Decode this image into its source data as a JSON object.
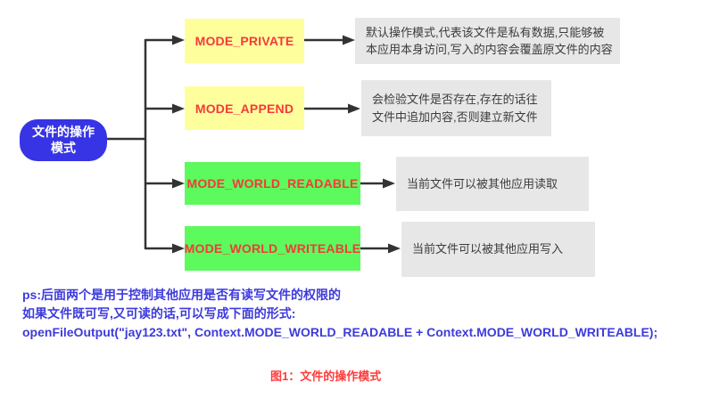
{
  "colors": {
    "root_node_bg": "#3634e4",
    "root_node_text": "#ffffff",
    "mode_yellow_bg": "#fffe9d",
    "mode_green_bg": "#5cfa5c",
    "mode_label_text": "#f23b3b",
    "description_bg": "#e7e7e7",
    "description_text": "#3c3c3c",
    "connector_line": "#333333",
    "note_text": "#3d3bdc",
    "caption_text": "#ff3b3b"
  },
  "root": {
    "label_line1": "文件的操作",
    "label_line2": "模式"
  },
  "modes": [
    {
      "label": "MODE_PRIVATE"
    },
    {
      "label": "MODE_APPEND"
    },
    {
      "label": "MODE_WORLD_READABLE"
    },
    {
      "label": "MODE_WORLD_WRITEABLE"
    }
  ],
  "descriptions": [
    {
      "line1": "默认操作模式,代表该文件是私有数据,只能够被",
      "line2": "本应用本身访问,写入的内容会覆盖原文件的内容"
    },
    {
      "line1": "会检验文件是否存在,存在的话往",
      "line2": "文件中追加内容,否则建立新文件"
    },
    {
      "line1": "当前文件可以被其他应用读取"
    },
    {
      "line1": "当前文件可以被其他应用写入"
    }
  ],
  "note": {
    "line1": "ps:后面两个是用于控制其他应用是否有读写文件的权限的",
    "line2": "如果文件既可写,又可读的话,可以写成下面的形式:",
    "line3": "openFileOutput(\"jay123.txt\", Context.MODE_WORLD_READABLE + Context.MODE_WORLD_WRITEABLE);"
  },
  "caption": "图1：文件的操作模式"
}
